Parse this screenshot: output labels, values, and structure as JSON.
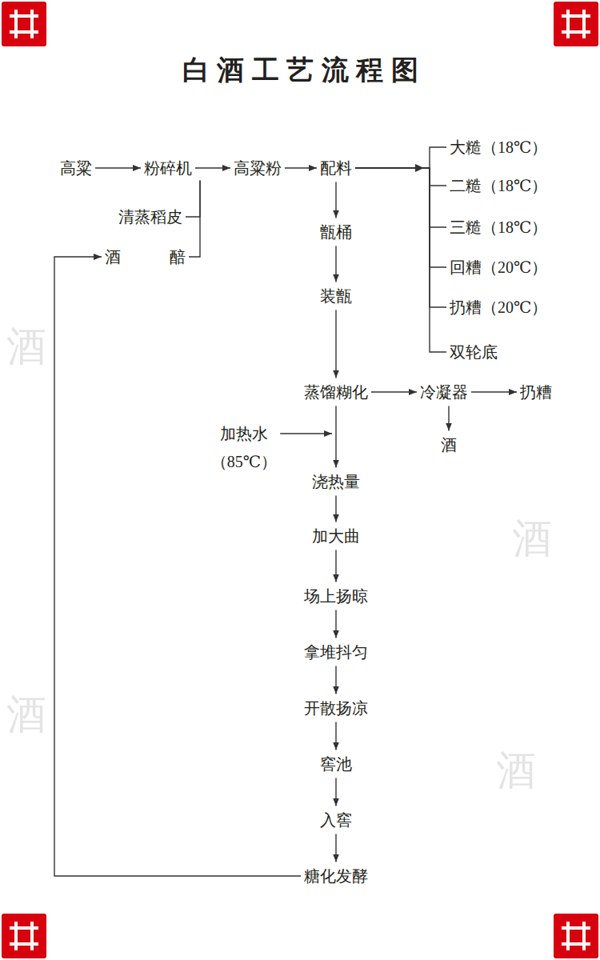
{
  "diagram": {
    "title": "白酒工艺流程图",
    "nodes": [
      {
        "text": [
          "高粱"
        ]
      },
      {
        "text": [
          "粉碎机"
        ]
      },
      {
        "text": [
          "高粱粉"
        ]
      },
      {
        "text": [
          "配料"
        ]
      },
      {
        "text": [
          "大糙（18℃）"
        ]
      },
      {
        "text": [
          "二糙（18℃）"
        ]
      },
      {
        "text": [
          "三糙（18℃）"
        ]
      },
      {
        "text": [
          "回糟（20℃）"
        ]
      },
      {
        "text": [
          "扔糟（20℃）"
        ]
      },
      {
        "text": [
          "双轮底"
        ]
      },
      {
        "text": [
          "清蒸稻皮"
        ]
      },
      {
        "text": [
          "酒"
        ]
      },
      {
        "text": [
          "醅"
        ]
      },
      {
        "text": [
          "甑桶"
        ]
      },
      {
        "text": [
          "装甑"
        ]
      },
      {
        "text": [
          "蒸馏糊化"
        ]
      },
      {
        "text": [
          "冷凝器"
        ]
      },
      {
        "text": [
          "扔糟"
        ]
      },
      {
        "text": [
          "酒"
        ]
      },
      {
        "text": [
          "加热水",
          "（85℃）"
        ]
      },
      {
        "text": [
          "浇热量"
        ]
      },
      {
        "text": [
          "加大曲"
        ]
      },
      {
        "text": [
          "场上扬晾"
        ]
      },
      {
        "text": [
          "拿堆抖匀"
        ]
      },
      {
        "text": [
          "开散扬凉"
        ]
      },
      {
        "text": [
          "窖池"
        ]
      },
      {
        "text": [
          "入窖"
        ]
      },
      {
        "text": [
          "糖化发酵"
        ]
      }
    ],
    "edges": [
      {
        "from": 0,
        "to": 1,
        "arrow": "to"
      },
      {
        "from": 1,
        "to": 2,
        "arrow": "to"
      },
      {
        "from": 2,
        "to": 3,
        "arrow": "to"
      },
      {
        "from": 3,
        "to": 4,
        "arrow": "none"
      },
      {
        "from": 3,
        "to": 5,
        "arrow": "none"
      },
      {
        "from": 3,
        "to": 6,
        "arrow": "none"
      },
      {
        "from": 3,
        "to": 7,
        "arrow": "none"
      },
      {
        "from": 3,
        "to": 8,
        "arrow": "none"
      },
      {
        "from": 3,
        "to": 9,
        "arrow": "none"
      },
      {
        "from": 10,
        "to": 1,
        "arrow": "none"
      },
      {
        "from": 12,
        "to": 1,
        "arrow": "none"
      },
      {
        "from": 3,
        "to": 13,
        "arrow": "to"
      },
      {
        "from": 13,
        "to": 14,
        "arrow": "to"
      },
      {
        "from": 14,
        "to": 15,
        "arrow": "to"
      },
      {
        "from": 15,
        "to": 16,
        "arrow": "to"
      },
      {
        "from": 16,
        "to": 17,
        "arrow": "to"
      },
      {
        "from": 16,
        "to": 18,
        "arrow": "to"
      },
      {
        "from": 15,
        "to": 20,
        "arrow": "to"
      },
      {
        "from": 19,
        "to": 20,
        "arrow": "to"
      },
      {
        "from": 20,
        "to": 21,
        "arrow": "to"
      },
      {
        "from": 21,
        "to": 22,
        "arrow": "to"
      },
      {
        "from": 22,
        "to": 23,
        "arrow": "to"
      },
      {
        "from": 23,
        "to": 24,
        "arrow": "to"
      },
      {
        "from": 24,
        "to": 25,
        "arrow": "to"
      },
      {
        "from": 25,
        "to": 26,
        "arrow": "to"
      },
      {
        "from": 26,
        "to": 27,
        "arrow": "to"
      },
      {
        "from": 27,
        "to": 11,
        "arrow": "to"
      }
    ],
    "labels": [
      "酒",
      "酒",
      "酒",
      "酒"
    ]
  }
}
